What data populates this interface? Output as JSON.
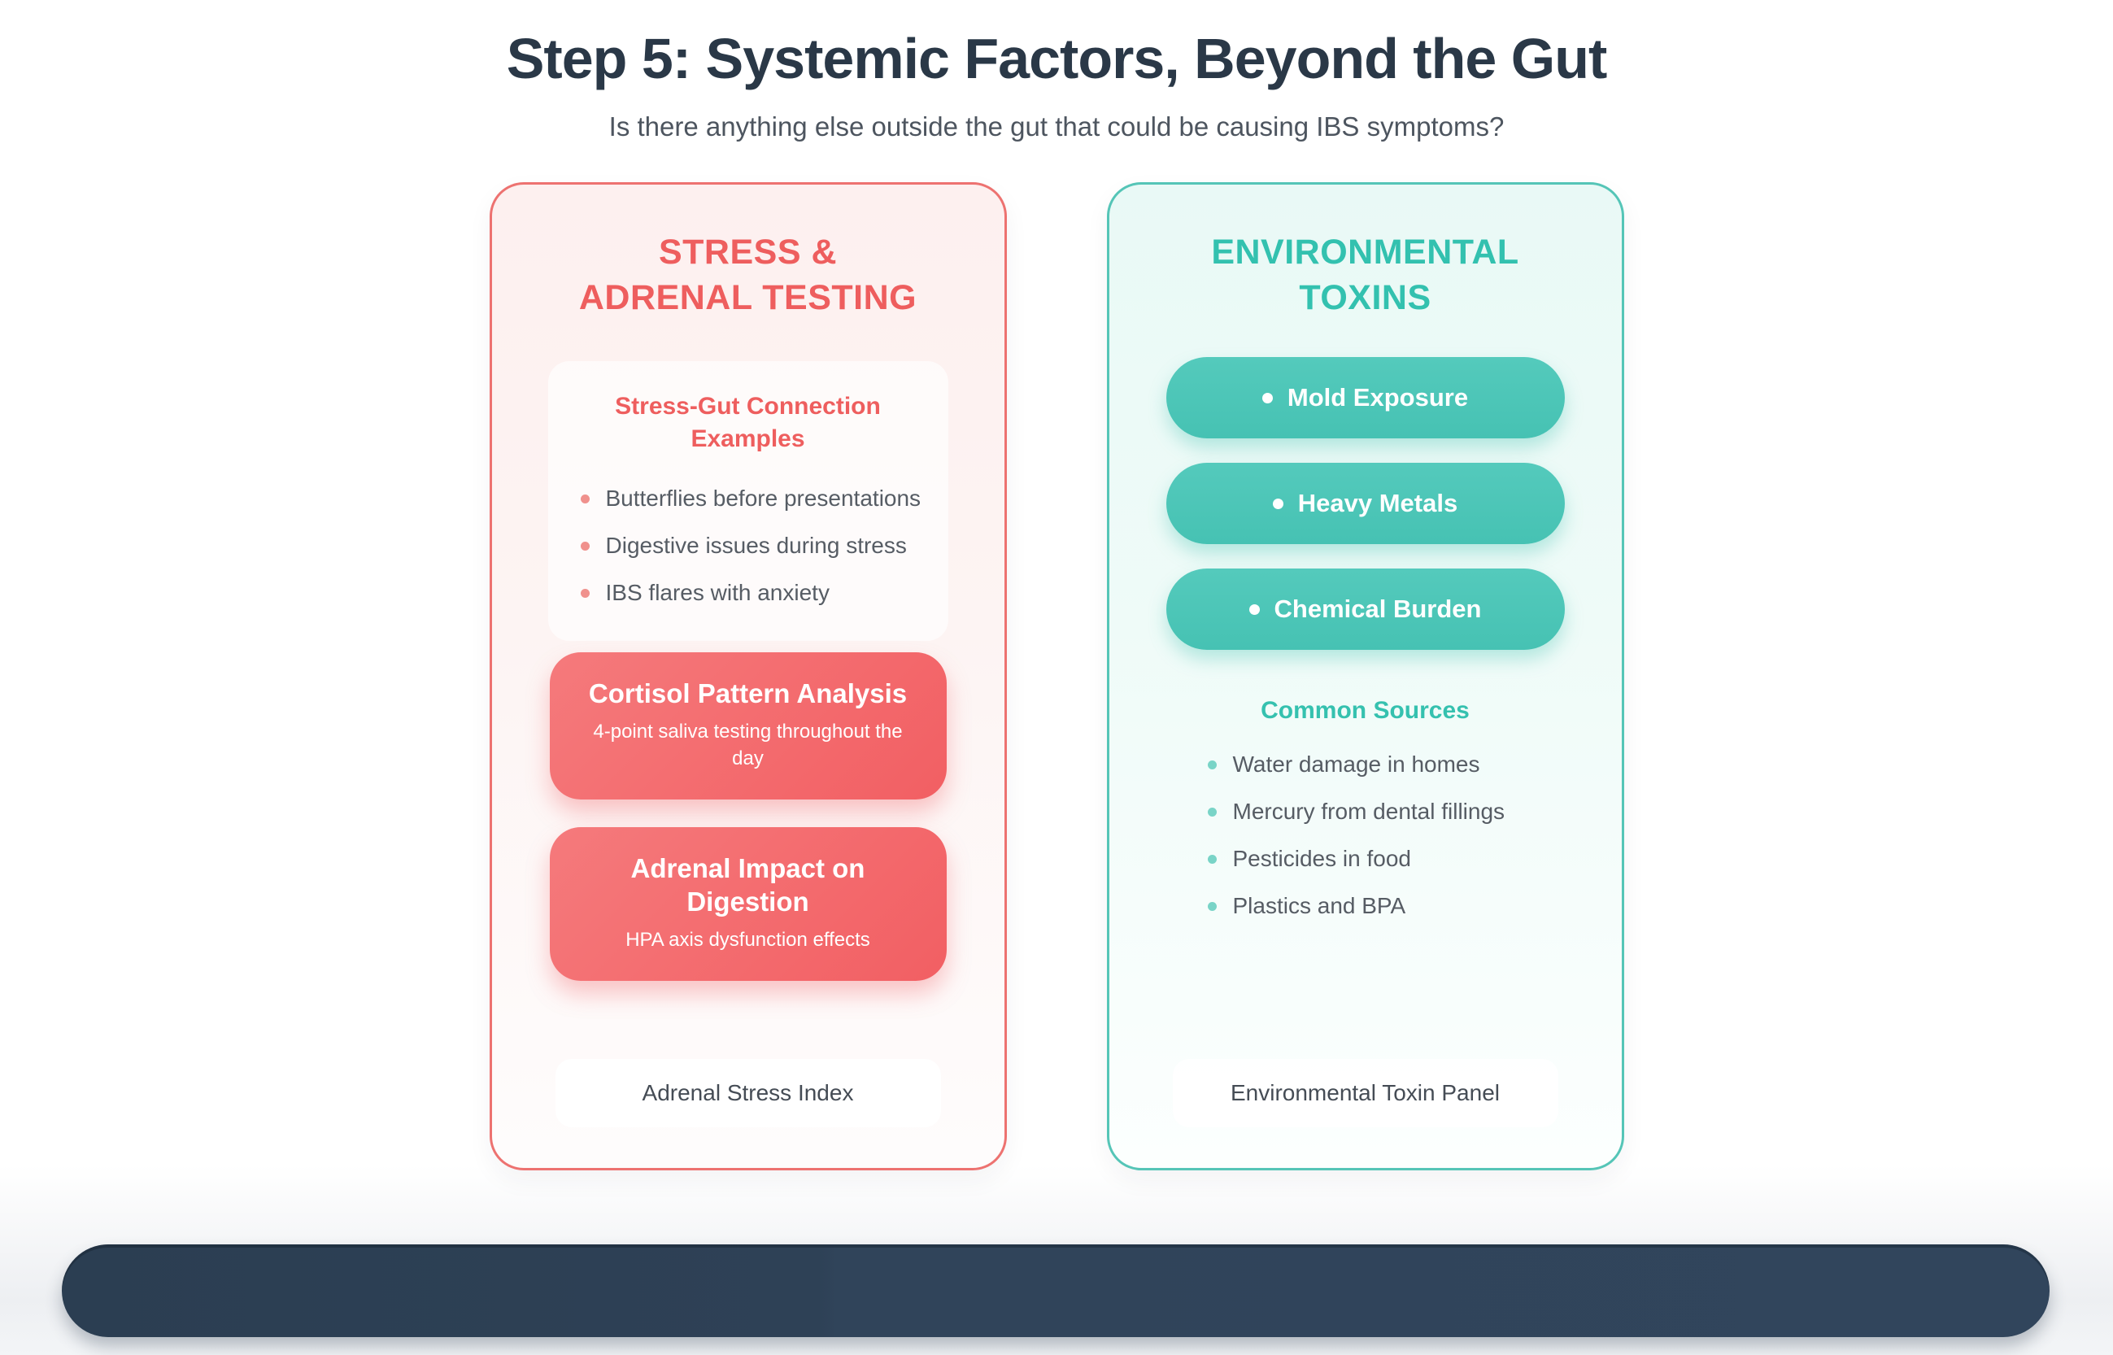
{
  "page": {
    "title": "Step 5: Systemic Factors, Beyond the Gut",
    "subtitle": "Is there anything else outside the gut that could be causing IBS symptoms?"
  },
  "stress_card": {
    "header_line1": "STRESS &",
    "header_line2": "ADRENAL TESTING",
    "examples_heading": "Stress-Gut Connection Examples",
    "examples": [
      "Butterflies before presentations",
      "Digestive issues during stress",
      "IBS flares with anxiety"
    ],
    "buttons": [
      {
        "title": "Cortisol Pattern Analysis",
        "subtitle": "4-point saliva testing throughout the day"
      },
      {
        "title": "Adrenal Impact on Digestion",
        "subtitle": "HPA axis dysfunction effects"
      }
    ],
    "footer_label": "Adrenal Stress Index"
  },
  "toxins_card": {
    "header_line1": "ENVIRONMENTAL",
    "header_line2": "TOXINS",
    "pills": [
      "Mold Exposure",
      "Heavy Metals",
      "Chemical Burden"
    ],
    "sources_heading": "Common Sources",
    "sources": [
      "Water damage in homes",
      "Mercury from dental fillings",
      "Pesticides in food",
      "Plastics and BPA"
    ],
    "footer_label": "Environmental Toxin Panel"
  },
  "colors": {
    "title_navy": "#2a3847",
    "coral_accent": "#ee5e5e",
    "coral_button": "#f2615f",
    "coral_border": "#ed7270",
    "teal_accent": "#33c1af",
    "teal_pill": "#49c4b5",
    "teal_border": "#55c5b7",
    "body_text_gray": "#565c64",
    "bottom_bar_navy": "#2e4156"
  }
}
